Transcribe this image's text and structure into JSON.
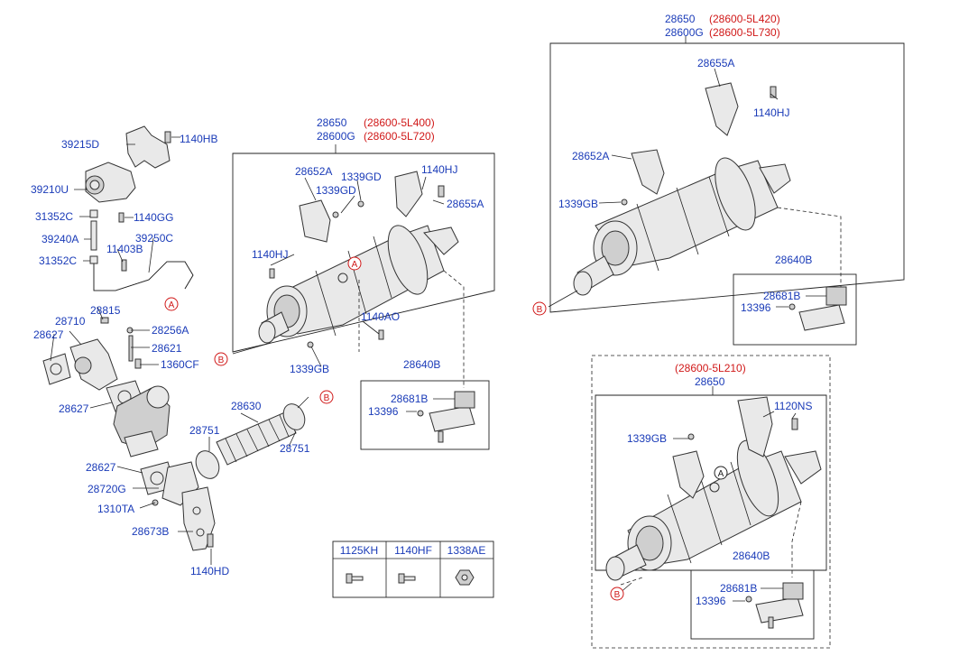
{
  "callout_a": "A",
  "callout_b": "B",
  "left": {
    "l_39215D": "39215D",
    "l_1140HB": "1140HB",
    "l_39210U": "39210U",
    "l_31352C_1": "31352C",
    "l_1140GG": "1140GG",
    "l_39240A": "39240A",
    "l_11403B": "11403B",
    "l_39250C": "39250C",
    "l_31352C_2": "31352C",
    "l_28815": "28815",
    "l_28710": "28710",
    "l_28256A": "28256A",
    "l_28627_1": "28627",
    "l_28621": "28621",
    "l_1360CF": "1360CF",
    "l_28627_2": "28627",
    "l_28627_3": "28627",
    "l_28720G": "28720G",
    "l_1310TA": "1310TA",
    "l_28673B": "28673B",
    "l_1140HD": "1140HD",
    "l_28630": "28630",
    "l_28751_1": "28751",
    "l_28751_2": "28751"
  },
  "mid": {
    "l_28650": "28650",
    "l_28600G": "28600G",
    "r_1": "(28600-5L400)",
    "r_2": "(28600-5L720)",
    "l_28652A": "28652A",
    "l_1339GD_1": "1339GD",
    "l_1339GD_2": "1339GD",
    "l_1140HJ_1": "1140HJ",
    "l_28655A": "28655A",
    "l_1140HJ_2": "1140HJ",
    "l_1140AO": "1140AO",
    "l_1339GB": "1339GB",
    "l_28640B": "28640B",
    "l_28681B": "28681B",
    "l_13396": "13396"
  },
  "tr": {
    "l_28650": "28650",
    "l_28600G": "28600G",
    "r_1": "(28600-5L420)",
    "r_2": "(28600-5L730)",
    "l_28655A": "28655A",
    "l_1140HJ": "1140HJ",
    "l_28652A": "28652A",
    "l_1339GB": "1339GB",
    "l_28640B": "28640B",
    "l_28681B": "28681B",
    "l_13396": "13396"
  },
  "br": {
    "r_1": "(28600-5L210)",
    "l_28650": "28650",
    "l_1120NS": "1120NS",
    "l_1339GB": "1339GB",
    "l_28640B": "28640B",
    "l_28681B": "28681B",
    "l_13396": "13396"
  },
  "legend": {
    "c1": "1125KH",
    "c2": "1140HF",
    "c3": "1338AE"
  }
}
